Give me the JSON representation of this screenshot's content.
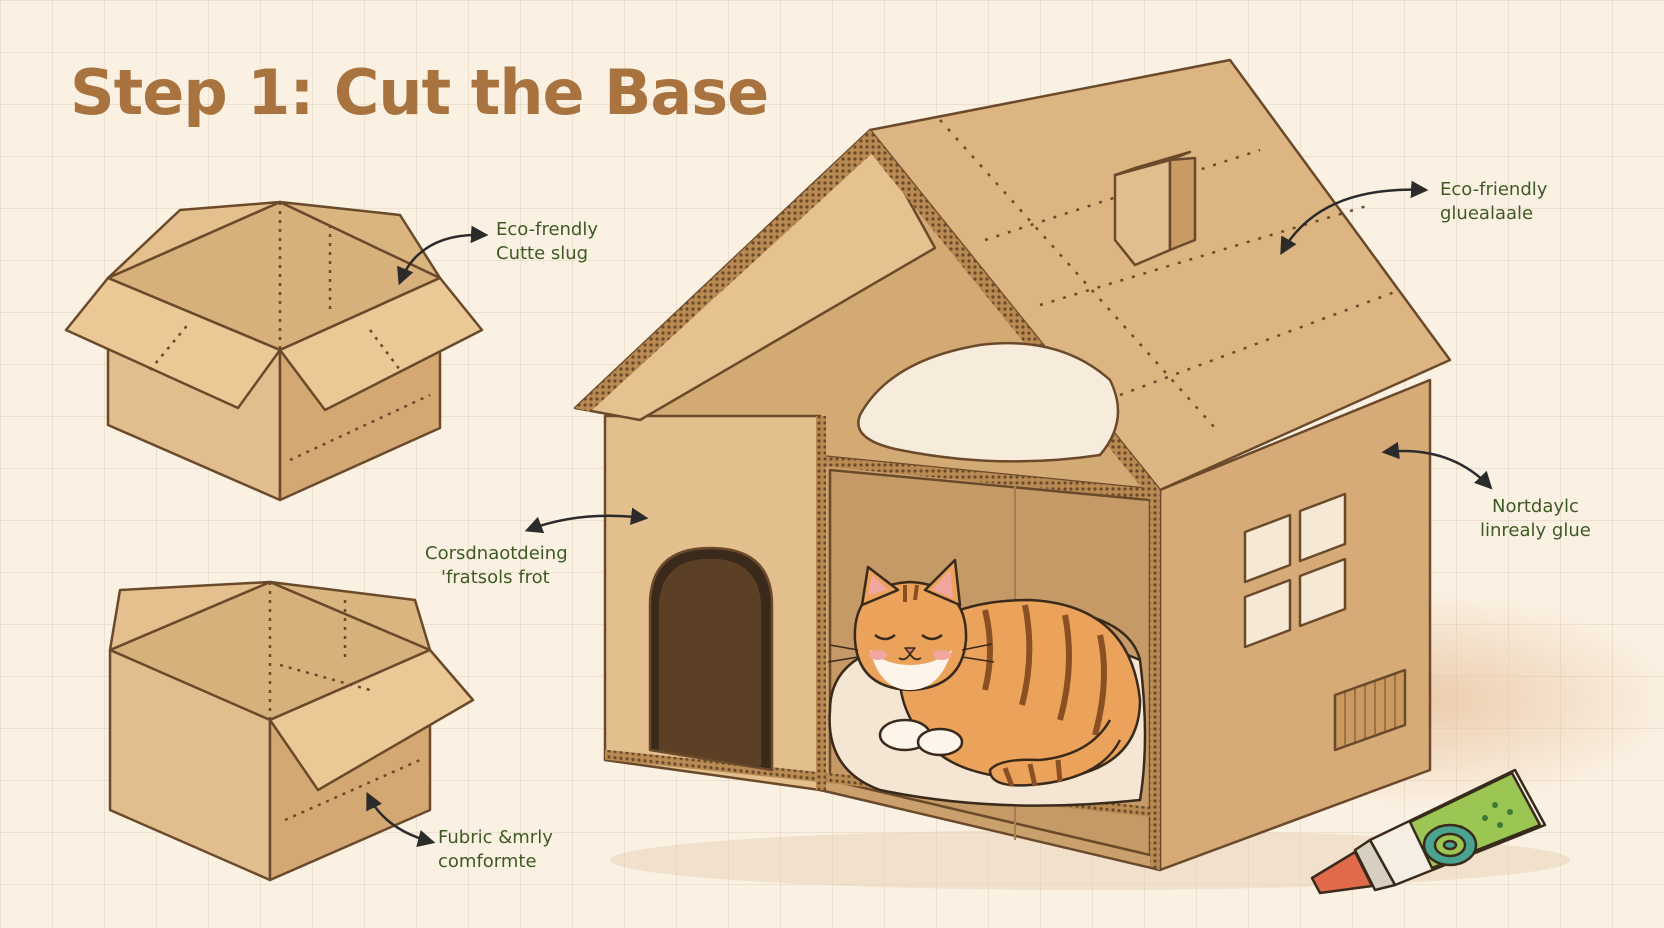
{
  "title": "Step 1: Cut the Base",
  "colors": {
    "background": "#fbf1e3",
    "title": "#a8733f",
    "cardboard": "#e2bd8d",
    "cardboard_dark": "#c99a64",
    "outline": "#6b4a2b",
    "label_text": "#3d5a24",
    "cat_orange": "#e99b4f",
    "glue_green": "#8fbf4a"
  },
  "icons": [
    "open-box-icon",
    "cardboard-house-icon",
    "sleeping-cat-icon",
    "glue-tube-icon",
    "curved-arrow-icon"
  ],
  "labels": {
    "top_box": [
      "Eco-frendly",
      "Cutte slug"
    ],
    "roof": [
      "Eco-friendly",
      "gluealaale"
    ],
    "front_wall": [
      "Corsdnaotdeing",
      "'fratsols frot"
    ],
    "right_wall": [
      "Nortdaylc",
      "linrealy glue"
    ],
    "bottom_box": [
      "Fubric &mrly",
      "comformte"
    ]
  }
}
